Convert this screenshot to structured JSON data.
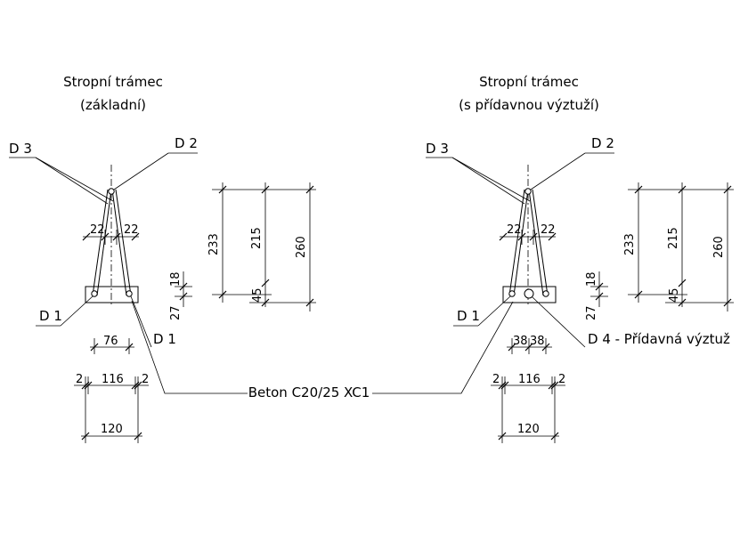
{
  "left_detail": {
    "title_line1": "Stropní trámec",
    "title_line2": "(základní)",
    "label_d3": "D 3",
    "label_d2": "D 2",
    "label_d1_left": "D 1",
    "label_d1_right": "D 1",
    "dims": {
      "offset_left": "22",
      "offset_right": "22",
      "h_233": "233",
      "h_215": "215",
      "h_260": "260",
      "h_45": "45",
      "h_18": "18",
      "h_27": "27",
      "w_76": "76",
      "w_2_left": "2",
      "w_116": "116",
      "w_2_right": "2",
      "w_120": "120"
    }
  },
  "right_detail": {
    "title_line1": "Stropní trámec",
    "title_line2": "(s přídavnou výztuží)",
    "label_d3": "D 3",
    "label_d2": "D 2",
    "label_d1": "D 1",
    "label_d4": "D 4 - Přídavná výztuž",
    "dims": {
      "offset_left": "22",
      "offset_right": "22",
      "h_233": "233",
      "h_215": "215",
      "h_260": "260",
      "h_45": "45",
      "h_18": "18",
      "h_27": "27",
      "w_38a": "38",
      "w_38b": "38",
      "w_2_left": "2",
      "w_116": "116",
      "w_2_right": "2",
      "w_120": "120"
    }
  },
  "concrete_label": "Beton C20/25 XC1"
}
